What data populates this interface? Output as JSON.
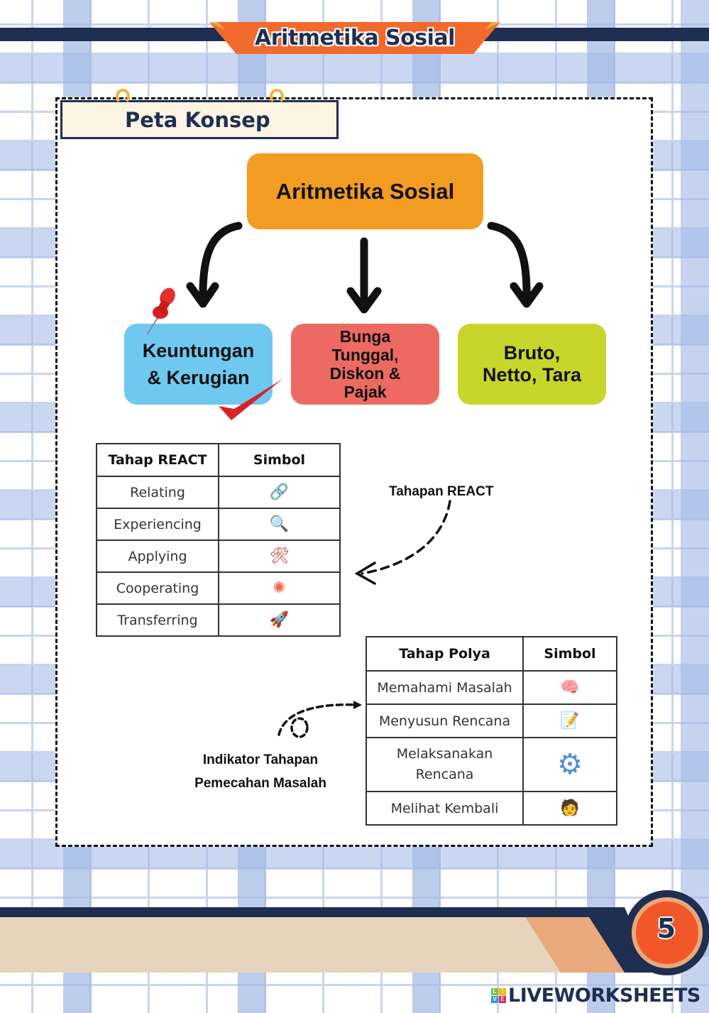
{
  "header": {
    "title": "Aritmetika Sosial"
  },
  "section_label": "Peta Konsep",
  "concept_map": {
    "root": "Aritmetika Sosial",
    "branches": [
      {
        "label": "Keuntungan\n& Kerugian",
        "color": "#6fc8ef",
        "decorations": [
          "pushpin-icon",
          "checkmark-icon"
        ]
      },
      {
        "label": "Bunga\nTunggal,\nDiskon &\nPajak",
        "color": "#ec6a61"
      },
      {
        "label": "Bruto,\nNetto, Tara",
        "color": "#c8d62b"
      }
    ],
    "root_color": "#f39c22"
  },
  "react_table": {
    "headers": [
      "Tahap REACT",
      "Simbol"
    ],
    "rows": [
      {
        "stage": "Relating",
        "icon": "link-icon",
        "glyph": "🔗"
      },
      {
        "stage": "Experiencing",
        "icon": "magnifier-icon",
        "glyph": "🔍"
      },
      {
        "stage": "Applying",
        "icon": "tools-icon",
        "glyph": "🛠"
      },
      {
        "stage": "Cooperating",
        "icon": "cooperation-burst-icon",
        "glyph": "✺"
      },
      {
        "stage": "Transferring",
        "icon": "rocket-icon",
        "glyph": "🚀"
      }
    ]
  },
  "react_note": "Tahapan REACT",
  "polya_table": {
    "headers": [
      "Tahap Polya",
      "Simbol"
    ],
    "rows": [
      {
        "stage": "Memahami Masalah",
        "icon": "brain-idea-icon",
        "glyph": "🧠"
      },
      {
        "stage": "Menyusun Rencana",
        "icon": "checklist-icon",
        "glyph": "📝"
      },
      {
        "stage": "Melaksanakan\nRencana",
        "icon": "idea-gear-hand-icon",
        "glyph": "⚙"
      },
      {
        "stage": "Melihat Kembali",
        "icon": "person-review-icon",
        "glyph": "🧑"
      }
    ]
  },
  "polya_note": "Indikator Tahapan\nPemecahan Masalah",
  "footer": {
    "page_number": "5",
    "brand": "LIVEWORKSHEETS",
    "brand_logo_letters": [
      "L",
      "I",
      "V",
      "E"
    ]
  },
  "colors": {
    "navy": "#1f2f52",
    "orange": "#f26a2e",
    "tan": "#e6d4bd",
    "peach": "#e9a97c"
  }
}
